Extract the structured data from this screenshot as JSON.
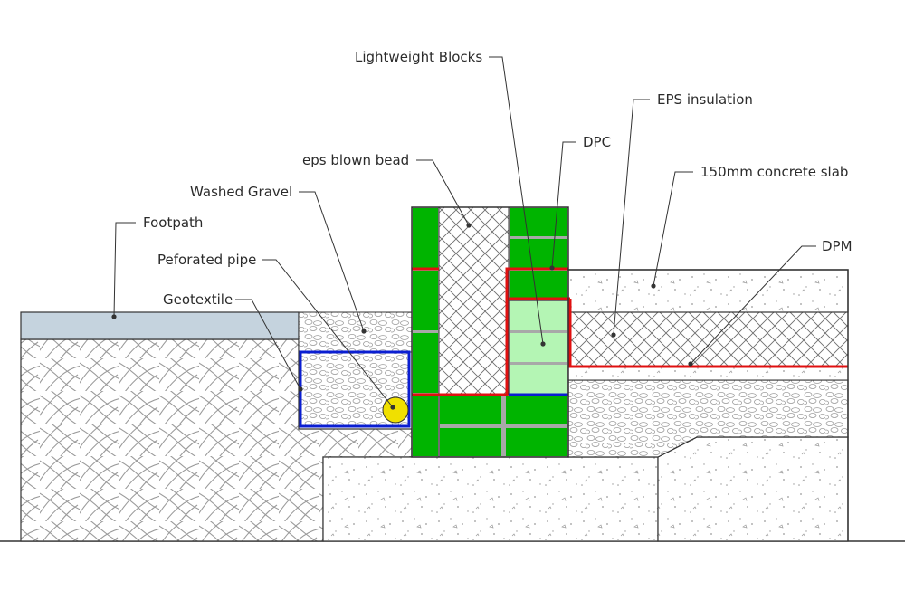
{
  "labels": {
    "lightweight_blocks": "Lightweight Blocks",
    "eps_insulation": "EPS insulation",
    "dpc": "DPC",
    "eps_blown_bead": "eps blown bead",
    "concrete_slab": "150mm concrete slab",
    "washed_gravel": "Washed Gravel",
    "dpm": "DPM",
    "footpath": "Footpath",
    "perforated_pipe": "Peforated pipe",
    "geotextile": "Geotextile"
  },
  "colors": {
    "block_green": "#00b400",
    "light_block_green": "#b4f5b4",
    "dpc_red": "#e01010",
    "geotextile_blue": "#0a1ed2",
    "pipe_yellow": "#f0e000",
    "footpath_blue": "#c5d3de",
    "mortar_grey": "#a8a8a8"
  }
}
